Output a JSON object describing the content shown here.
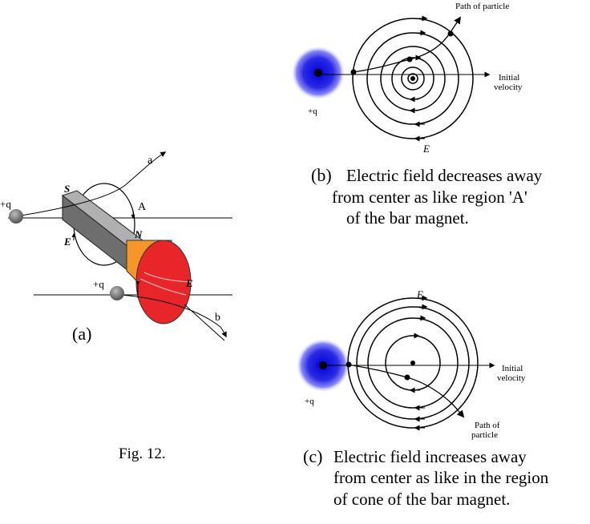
{
  "figure_label": "Fig. 12.",
  "panel_a": {
    "label": "(a)",
    "charge_top": "+q",
    "charge_bottom": "+q",
    "pole_s": "S",
    "pole_n": "N",
    "region_a": "A",
    "field_left": "E",
    "field_right": "E",
    "path_a": "a",
    "path_b": "b"
  },
  "panel_b": {
    "label": "(b)",
    "caption": [
      "Electric field decreases away",
      "from center as like region 'A'",
      "of the bar magnet."
    ],
    "charge": "+q",
    "path_label": "Path of particle",
    "velocity_label": [
      "Initial",
      "velocity"
    ],
    "field": "E"
  },
  "panel_c": {
    "label": "(c)",
    "caption": [
      "Electric field increases away",
      "from center as like in the region",
      "of cone of the bar magnet."
    ],
    "charge": "+q",
    "path_label": [
      "Path of",
      "particle"
    ],
    "velocity_label": [
      "Initial",
      "velocity"
    ],
    "field": "E"
  },
  "colors": {
    "bar": "#7a7a7a",
    "bar_top": "#a8a8a8",
    "cone_orange": "#f5952a",
    "cone_red": "#e8262a",
    "charge_blue": "#1e1ecc",
    "charge_gray": "#777777"
  }
}
